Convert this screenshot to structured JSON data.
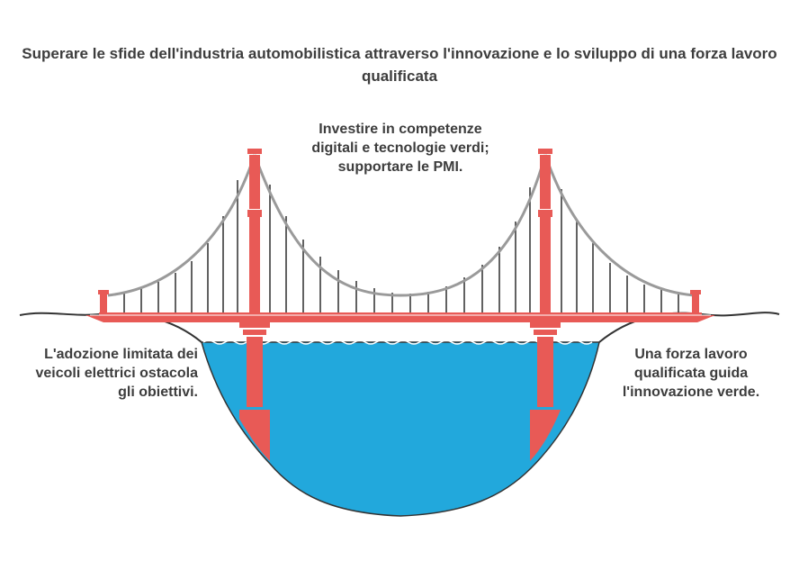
{
  "title": "Superare le sfide dell'industria automobilistica attraverso l'innovazione e lo sviluppo di una forza lavoro qualificata",
  "labels": {
    "top": "Investire in competenze digitali e tecnologie verdi; supportare le PMI.",
    "left": "L'adozione limitata dei veicoli elettrici ostacola gli obiettivi.",
    "right": "Una forza lavoro qualificata guida l'innovazione verde."
  },
  "colors": {
    "tower": "#e85a56",
    "water": "#22a8dc",
    "cable": "#9a9a9a",
    "hanger": "#2e2e2e",
    "ground": "#333333"
  }
}
